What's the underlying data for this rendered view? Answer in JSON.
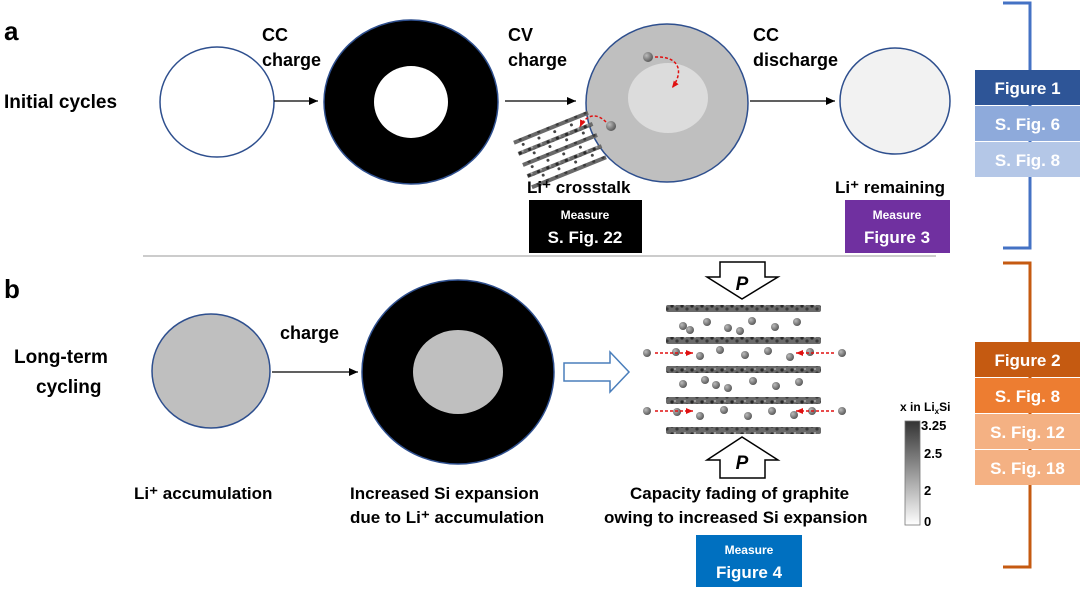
{
  "panel_a": {
    "letter": "a",
    "row_label": "Initial cycles",
    "step1": [
      "CC",
      "charge"
    ],
    "step2": [
      "CV",
      "charge"
    ],
    "step3": [
      "CC",
      "discharge"
    ],
    "crosstalk_label": "Li⁺ crosstalk",
    "remaining_label": "Li⁺ remaining",
    "measure1": {
      "title": "Measure",
      "ref": "S. Fig. 22",
      "color": "#000000"
    },
    "measure2": {
      "title": "Measure",
      "ref": "Figure 3",
      "color": "#7030a0"
    },
    "figures": [
      {
        "label": "Figure 1",
        "color": "#2e5597"
      },
      {
        "label": "S. Fig. 6",
        "color": "#8eaadb"
      },
      {
        "label": "S. Fig. 8",
        "color": "#b4c7e7"
      }
    ],
    "bracket_color": "#4472c4"
  },
  "panel_b": {
    "letter": "b",
    "row_label": [
      "Long-term",
      "cycling"
    ],
    "step1": "charge",
    "caption1": "Li⁺ accumulation",
    "caption2": [
      "Increased Si expansion",
      "due to Li⁺ accumulation"
    ],
    "caption3": [
      "Capacity fading of graphite",
      "owing to increased Si expansion"
    ],
    "pressure": "P",
    "measure": {
      "title": "Measure",
      "ref": "Figure 4",
      "color": "#0070c0"
    },
    "colorbar": {
      "title": "x in LixSi",
      "ticks": [
        "3.25",
        "2.5",
        "2",
        "0"
      ]
    },
    "figures": [
      {
        "label": "Figure 2",
        "color": "#c55a11"
      },
      {
        "label": "S. Fig. 8",
        "color": "#ed7d31"
      },
      {
        "label": "S. Fig. 12",
        "color": "#f4b183"
      },
      {
        "label": "S. Fig. 18",
        "color": "#f4b183"
      }
    ],
    "bracket_color": "#c55a11"
  }
}
